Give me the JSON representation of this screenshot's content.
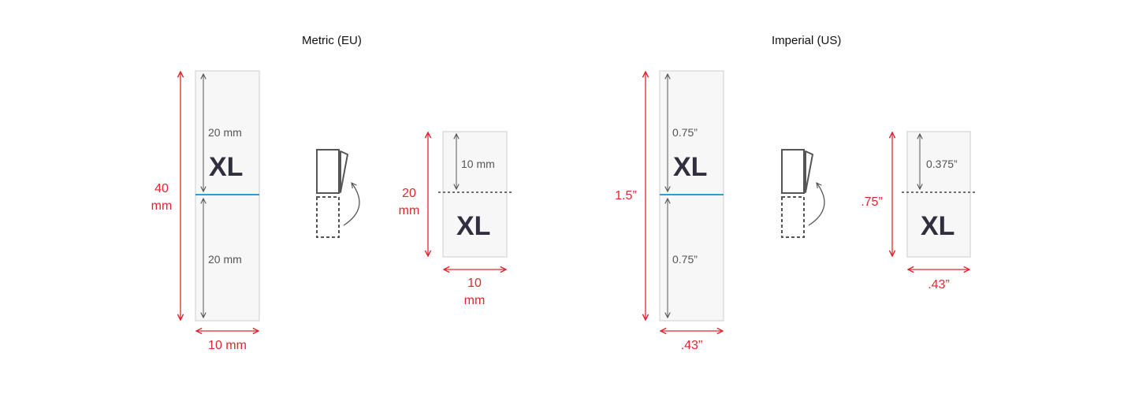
{
  "colors": {
    "dimension": "#e0262e",
    "fold_line": "#3a9ad0",
    "label_fill": "#f7f7f7",
    "label_border": "#cccccc",
    "inner_arrow": "#555555"
  },
  "metric": {
    "heading": "Metric (EU)",
    "unfolded": {
      "height_value": "40",
      "height_unit": "mm",
      "width": "10 mm",
      "top_half": "20 mm",
      "bottom_half": "20 mm",
      "size_text": "XL"
    },
    "folded": {
      "height_value": "20",
      "height_unit": "mm",
      "width_value": "10",
      "width_unit": "mm",
      "inner": "10 mm",
      "size_text": "XL"
    }
  },
  "imperial": {
    "heading": "Imperial (US)",
    "unfolded": {
      "height": "1.5”",
      "width": ".43”",
      "top_half": "0.75”",
      "bottom_half": "0.75”",
      "size_text": "XL"
    },
    "folded": {
      "height": ".75”",
      "width": ".43”",
      "inner": "0.375”",
      "size_text": "XL"
    }
  }
}
